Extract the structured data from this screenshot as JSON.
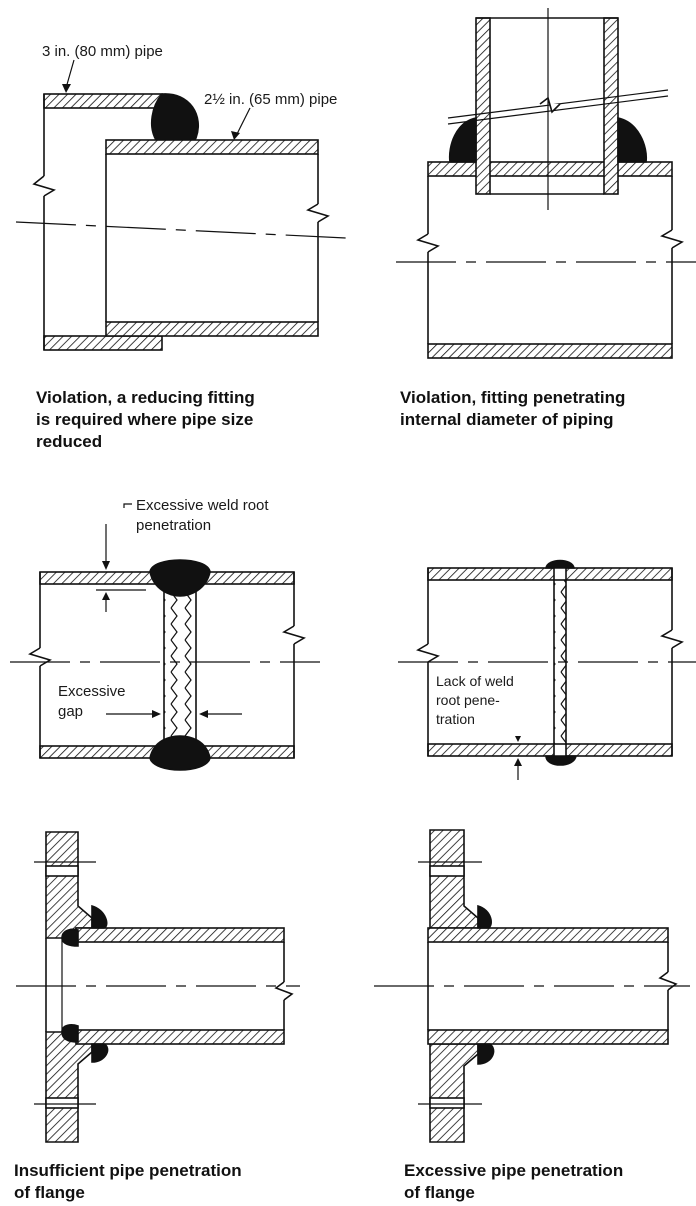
{
  "colors": {
    "ink": "#111111",
    "hatch": "#111111",
    "background": "#ffffff"
  },
  "panels": {
    "reducing": {
      "label_large_pipe": "3 in. (80 mm) pipe",
      "label_small_pipe": "2½ in. (65 mm) pipe",
      "caption": [
        "Violation, a reducing fitting",
        "is required where pipe size",
        "reduced"
      ]
    },
    "penetrating": {
      "caption": [
        "Violation, fitting penetrating",
        "internal diameter of piping"
      ]
    },
    "excessive_root": {
      "label_root": [
        "Excessive weld root",
        "penetration"
      ],
      "label_gap": [
        "Excessive",
        "gap"
      ]
    },
    "lack_root": {
      "label_lack": [
        "Lack of weld",
        "root pene-",
        "tration"
      ]
    },
    "insufficient_flange": {
      "caption": [
        "Insufficient pipe penetration",
        "of flange"
      ]
    },
    "excessive_flange": {
      "caption": [
        "Excessive pipe penetration",
        "of flange"
      ]
    }
  }
}
